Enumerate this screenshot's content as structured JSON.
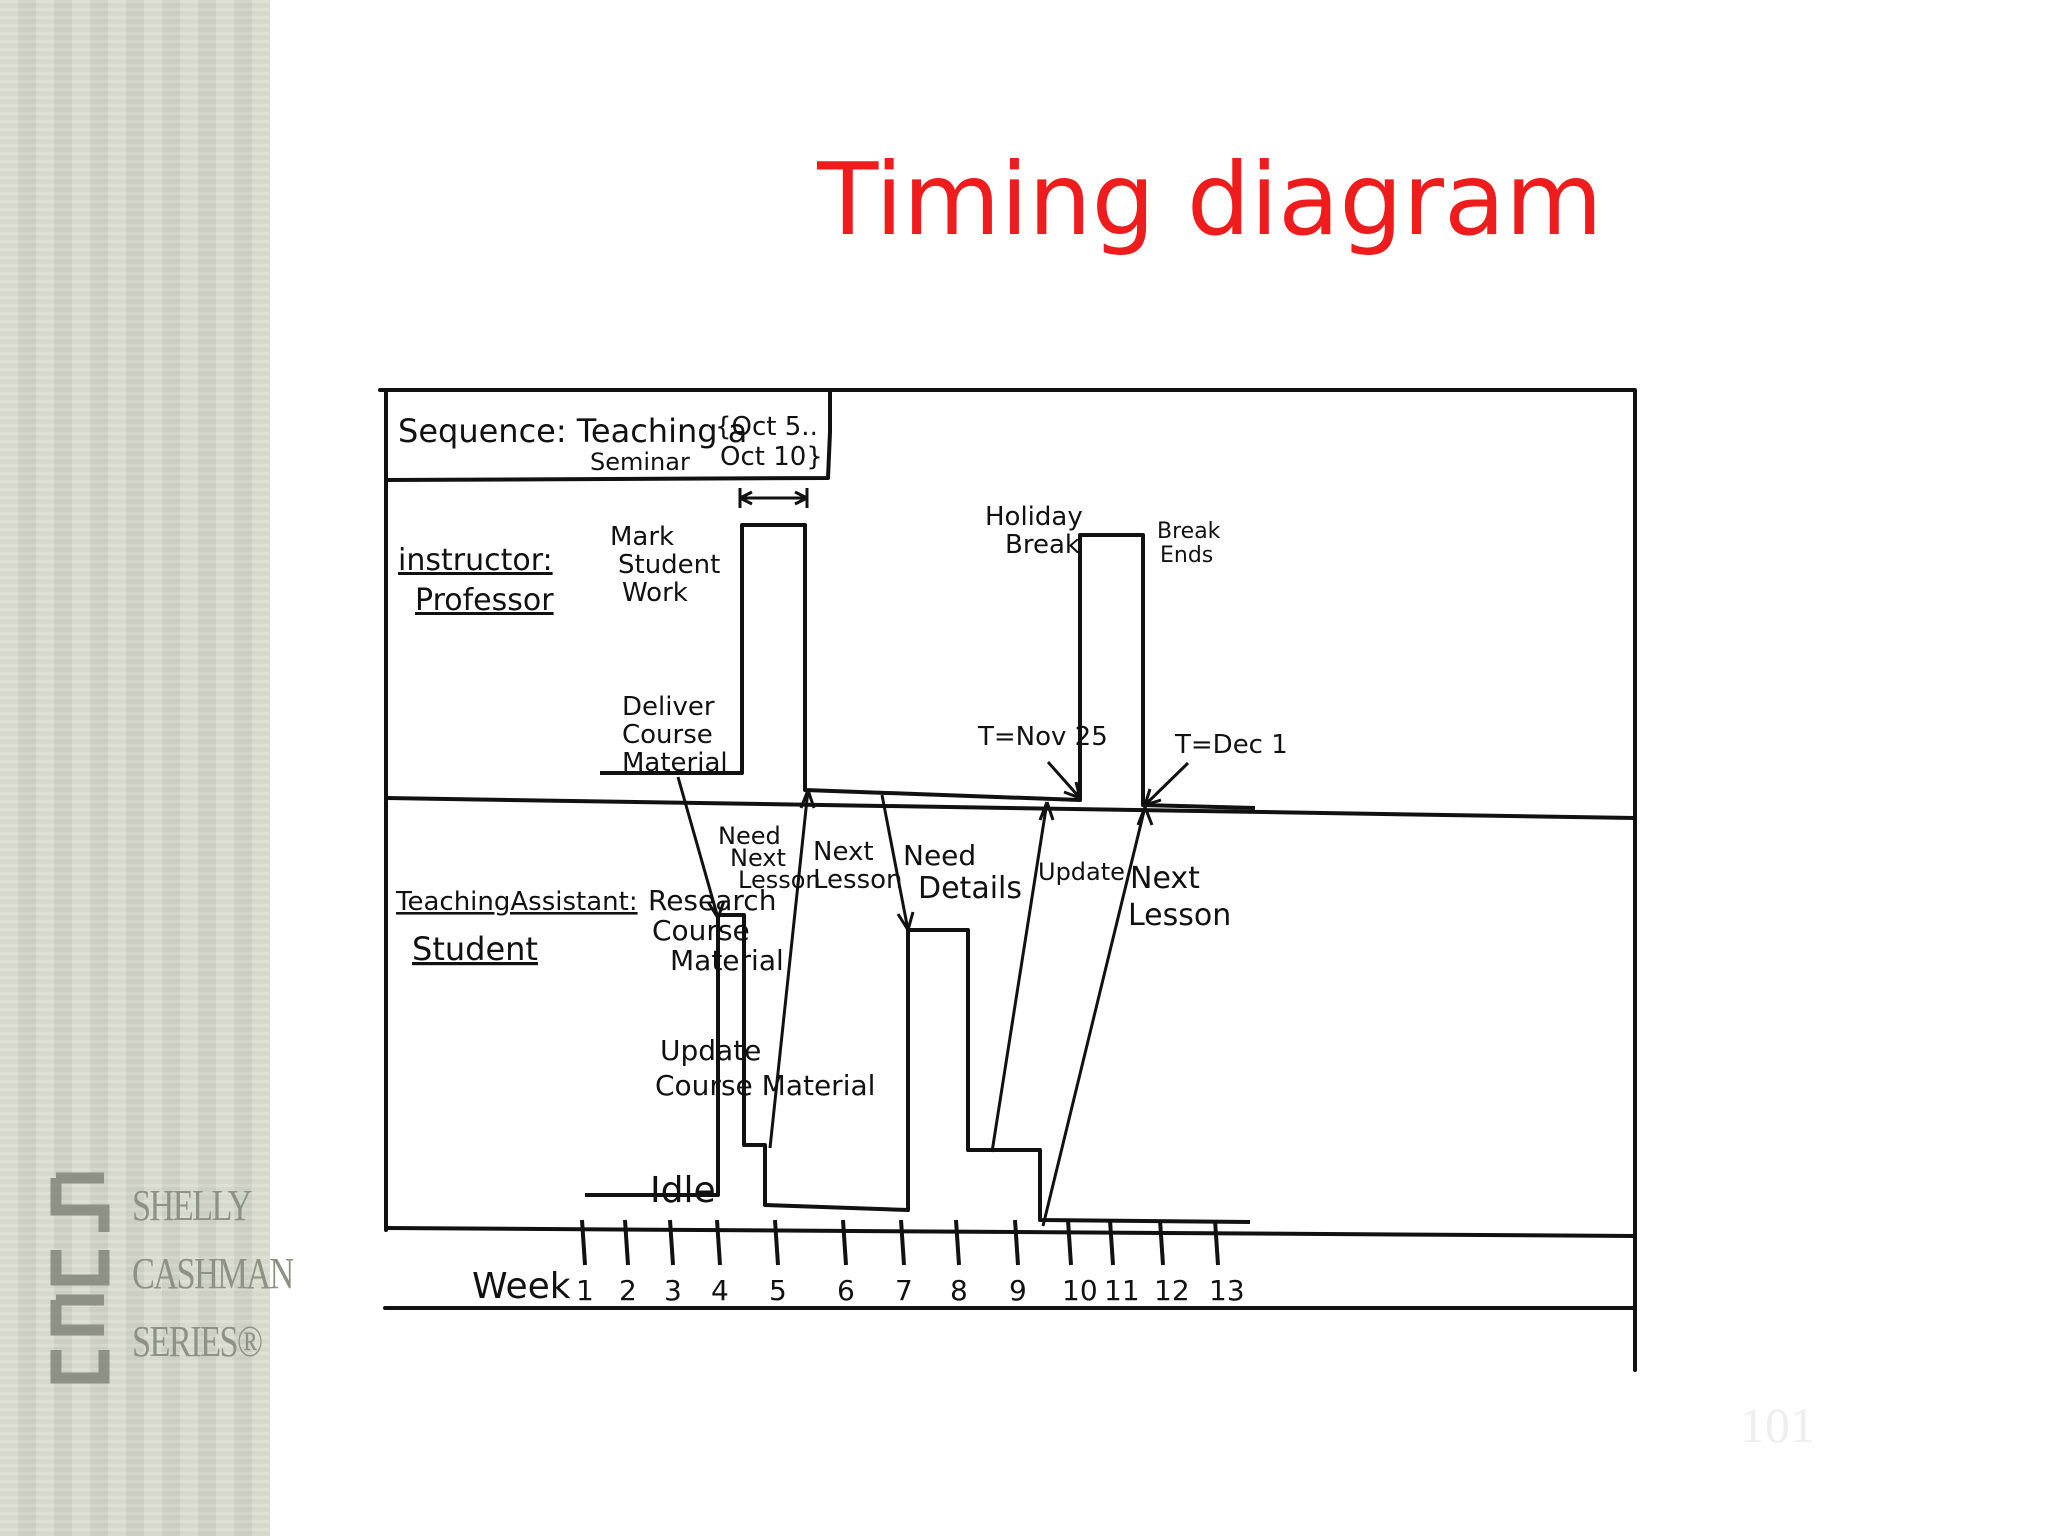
{
  "page": {
    "title": "Timing diagram",
    "slide_number": "101"
  },
  "logo": {
    "words": [
      "SHELLY",
      "CASHMAN",
      "SERIES®"
    ]
  },
  "diagram": {
    "frame_label_line1": "Sequence: Teaching a",
    "frame_label_line2": "Seminar",
    "lifeline1": {
      "role": "instructor:",
      "name": "Professor",
      "states": [
        [
          "Mark",
          "Student",
          "Work"
        ],
        [
          "Deliver",
          "Course",
          "Material"
        ]
      ]
    },
    "lifeline2": {
      "role": "TeachingAssistant:",
      "name": "Student",
      "states": [
        [
          "Research",
          "Course",
          "Material"
        ],
        [
          "Update",
          "Course Material"
        ],
        [
          "Idle"
        ]
      ]
    },
    "annotations": {
      "duration_line1": "{Oct 5..",
      "duration_line2": "Oct 10}",
      "holiday_line1": "Holiday",
      "holiday_line2": "Break",
      "break_ends_line1": "Break",
      "break_ends_line2": "Ends",
      "t_nov": "T=Nov 25",
      "t_dec": "T=Dec 1"
    },
    "messages": [
      [
        "Need",
        "Next",
        "Lesson"
      ],
      [
        "Next",
        "Lesson"
      ],
      [
        "Need",
        "Details"
      ],
      [
        "Update"
      ],
      [
        "Next",
        "Lesson"
      ]
    ],
    "axis": {
      "label": "Week",
      "ticks": [
        "1",
        "2",
        "3",
        "4",
        "5",
        "6",
        "7",
        "8",
        "9",
        "10",
        "11",
        "12",
        "13"
      ]
    }
  }
}
